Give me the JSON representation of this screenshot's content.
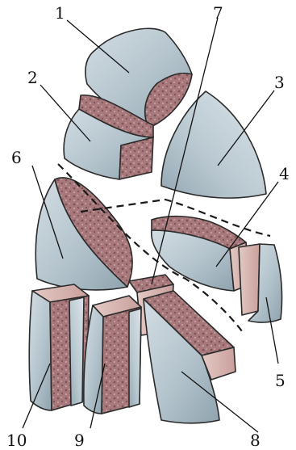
{
  "figure": {
    "labels": [
      "1",
      "2",
      "3",
      "4",
      "5",
      "6",
      "7",
      "8",
      "9",
      "10"
    ]
  },
  "colors": {
    "cortex": "#b7c6cf",
    "cortex_dark": "#8ea2ad",
    "cancellous": "#a5787c",
    "cancellous_light": "#d6b5b0",
    "outline": "#2a2a2a"
  }
}
